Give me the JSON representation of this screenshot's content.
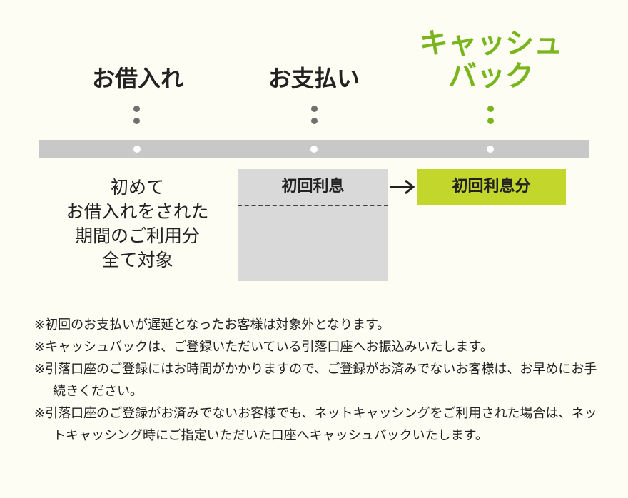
{
  "steps": [
    {
      "title": "お借入れ"
    },
    {
      "title": "お支払い"
    },
    {
      "title_line1": "キャッシュ",
      "title_line2": "バック"
    }
  ],
  "colors": {
    "accent": "#7ab51d",
    "highlight": "#c3d62c",
    "bar": "#c8c8c8",
    "box": "#d9d9d9"
  },
  "description": [
    "初めて",
    "お借入れをされた",
    "期間のご利用分",
    "全て対象"
  ],
  "interest_label": "初回利息",
  "cashback_label": "初回利息分",
  "icons": {
    "arrow": "arrow-right-icon"
  },
  "notes": [
    "※初回のお支払いが遅延となったお客様は対象外となります。",
    "※キャッシュバックは、ご登録いただいている引落口座へお振込みいたします。",
    "※引落口座のご登録にはお時間がかかりますので、ご登録がお済みでないお客様は、お早めにお手続きください。",
    "※引落口座のご登録がお済みでないお客様でも、ネットキャッシングをご利用された場合は、ネットキャッシング時にご指定いただいた口座へキャッシュバックいたします。"
  ]
}
